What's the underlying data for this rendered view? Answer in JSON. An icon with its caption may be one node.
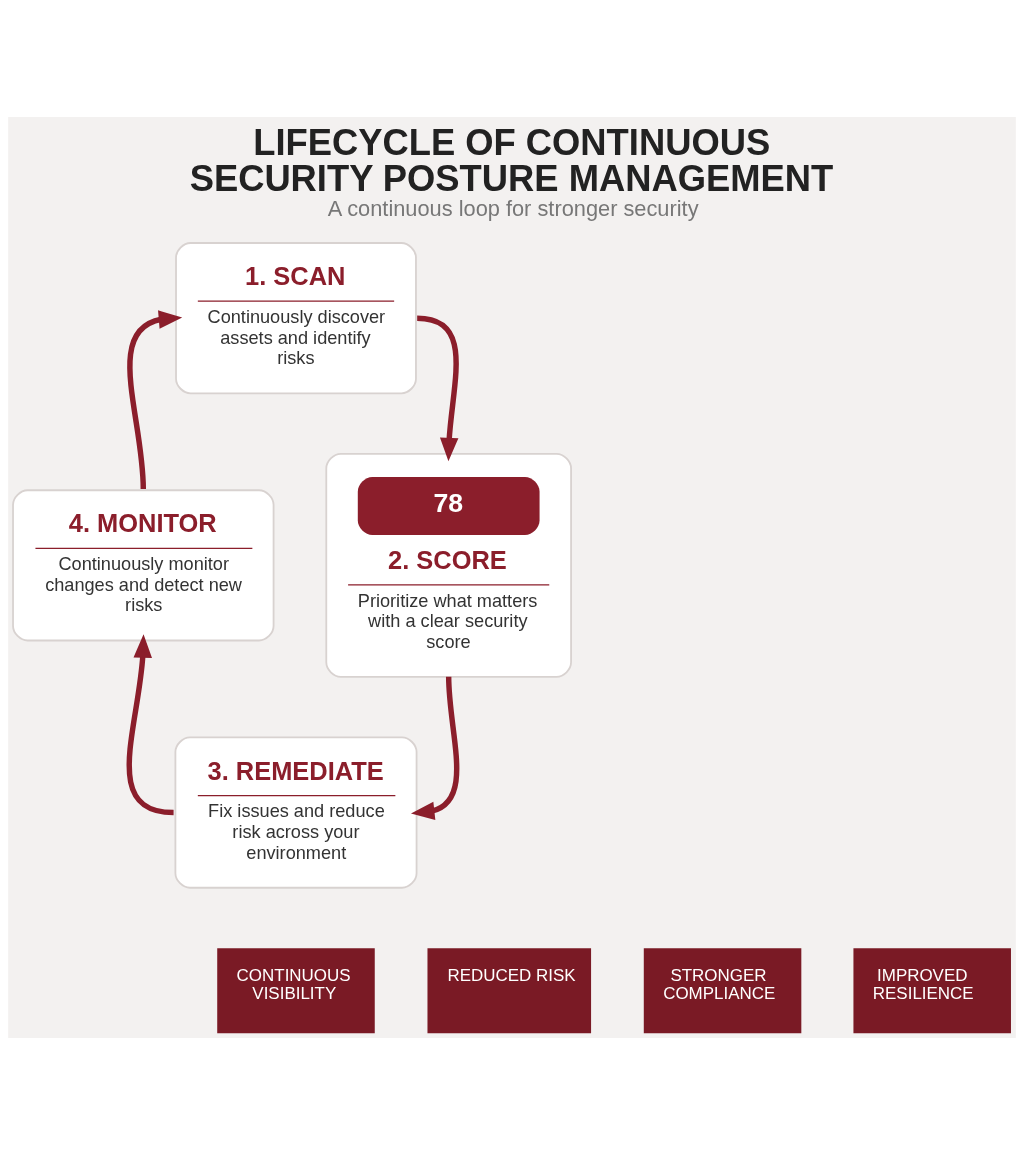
{
  "diagram": {
    "title": "LIFECYCLE OF CONTINUOUS SECURITY POSTURE MANAGEMENT",
    "caption": "A continuous loop for stronger security",
    "nodes": [
      {
        "text": [
          "1. SCAN",
          "Continuously discover assets and identify risks"
        ]
      },
      {
        "text": [
          "78",
          "2. SCORE",
          "Prioritize what matters with a clear security score"
        ]
      },
      {
        "text": [
          "3. REMEDIATE",
          "Fix issues and reduce risk across your environment"
        ]
      },
      {
        "text": [
          "4. MONITOR",
          "Continuously monitor changes and detect new risks"
        ]
      }
    ],
    "edges": [
      {
        "from": 0,
        "to": 1,
        "arrow": "to"
      },
      {
        "from": 1,
        "to": 2,
        "arrow": "to"
      },
      {
        "from": 2,
        "to": 3,
        "arrow": "to"
      },
      {
        "from": 3,
        "to": 0,
        "arrow": "to"
      }
    ],
    "labels": [
      "CONTINUOUS VISIBILITY",
      "REDUCED RISK",
      "STRONGER COMPLIANCE",
      "IMPROVED RESILIENCE"
    ]
  }
}
